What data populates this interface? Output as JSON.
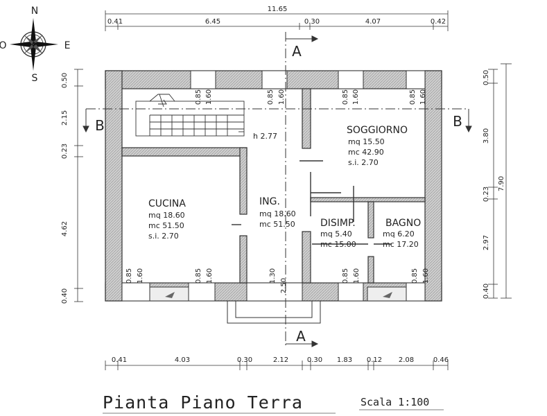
{
  "title": "Pianta Piano Terra",
  "scale": "Scala 1:100",
  "compass": {
    "n": "N",
    "s": "S",
    "e": "E",
    "o": "O"
  },
  "sections": {
    "a": "A",
    "b": "B"
  },
  "ceiling_height": "h 2.77",
  "rooms": {
    "soggiorno": {
      "name": "SOGGIORNO",
      "mq": "mq 15.50",
      "mc": "mc 42.90",
      "si": "s.i. 2.70"
    },
    "cucina": {
      "name": "CUCINA",
      "mq": "mq 18.60",
      "mc": "mc 51.50",
      "si": "s.i. 2.70"
    },
    "ingresso": {
      "name": "ING.",
      "mq": "mq 18.60",
      "mc": "mc 51.50"
    },
    "disimpegno": {
      "name": "DISIMP.",
      "mq": "mq 5.40",
      "mc": "mc 15.00"
    },
    "bagno": {
      "name": "BAGNO",
      "mq": "mq 6.20",
      "mc": "mc 17.20"
    }
  },
  "dims_top": {
    "total": "11.65",
    "d1": "0.41",
    "d2": "6.45",
    "d3": "0.30",
    "d4": "4.07",
    "d5": "0.42"
  },
  "dims_bottom": {
    "d1": "0.41",
    "d2": "4.03",
    "d3": "0.30",
    "d4": "2.12",
    "d5": "0.30",
    "d6": "1.83",
    "d7": "0.12",
    "d8": "2.08",
    "d9": "0.46"
  },
  "dims_left": {
    "d1": "0.50",
    "d2": "2.15",
    "d3": "0.23",
    "d4": "4.62",
    "d5": "0.40"
  },
  "dims_right": {
    "d1": "0.50",
    "d2": "3.80",
    "d3": "0.23",
    "d4": "2.97",
    "d5": "0.40",
    "total": "7.90"
  },
  "window_labels": {
    "sill": "0.85",
    "height": "1.60"
  },
  "door_dims": {
    "h": "1.30",
    "w": "2.50"
  }
}
